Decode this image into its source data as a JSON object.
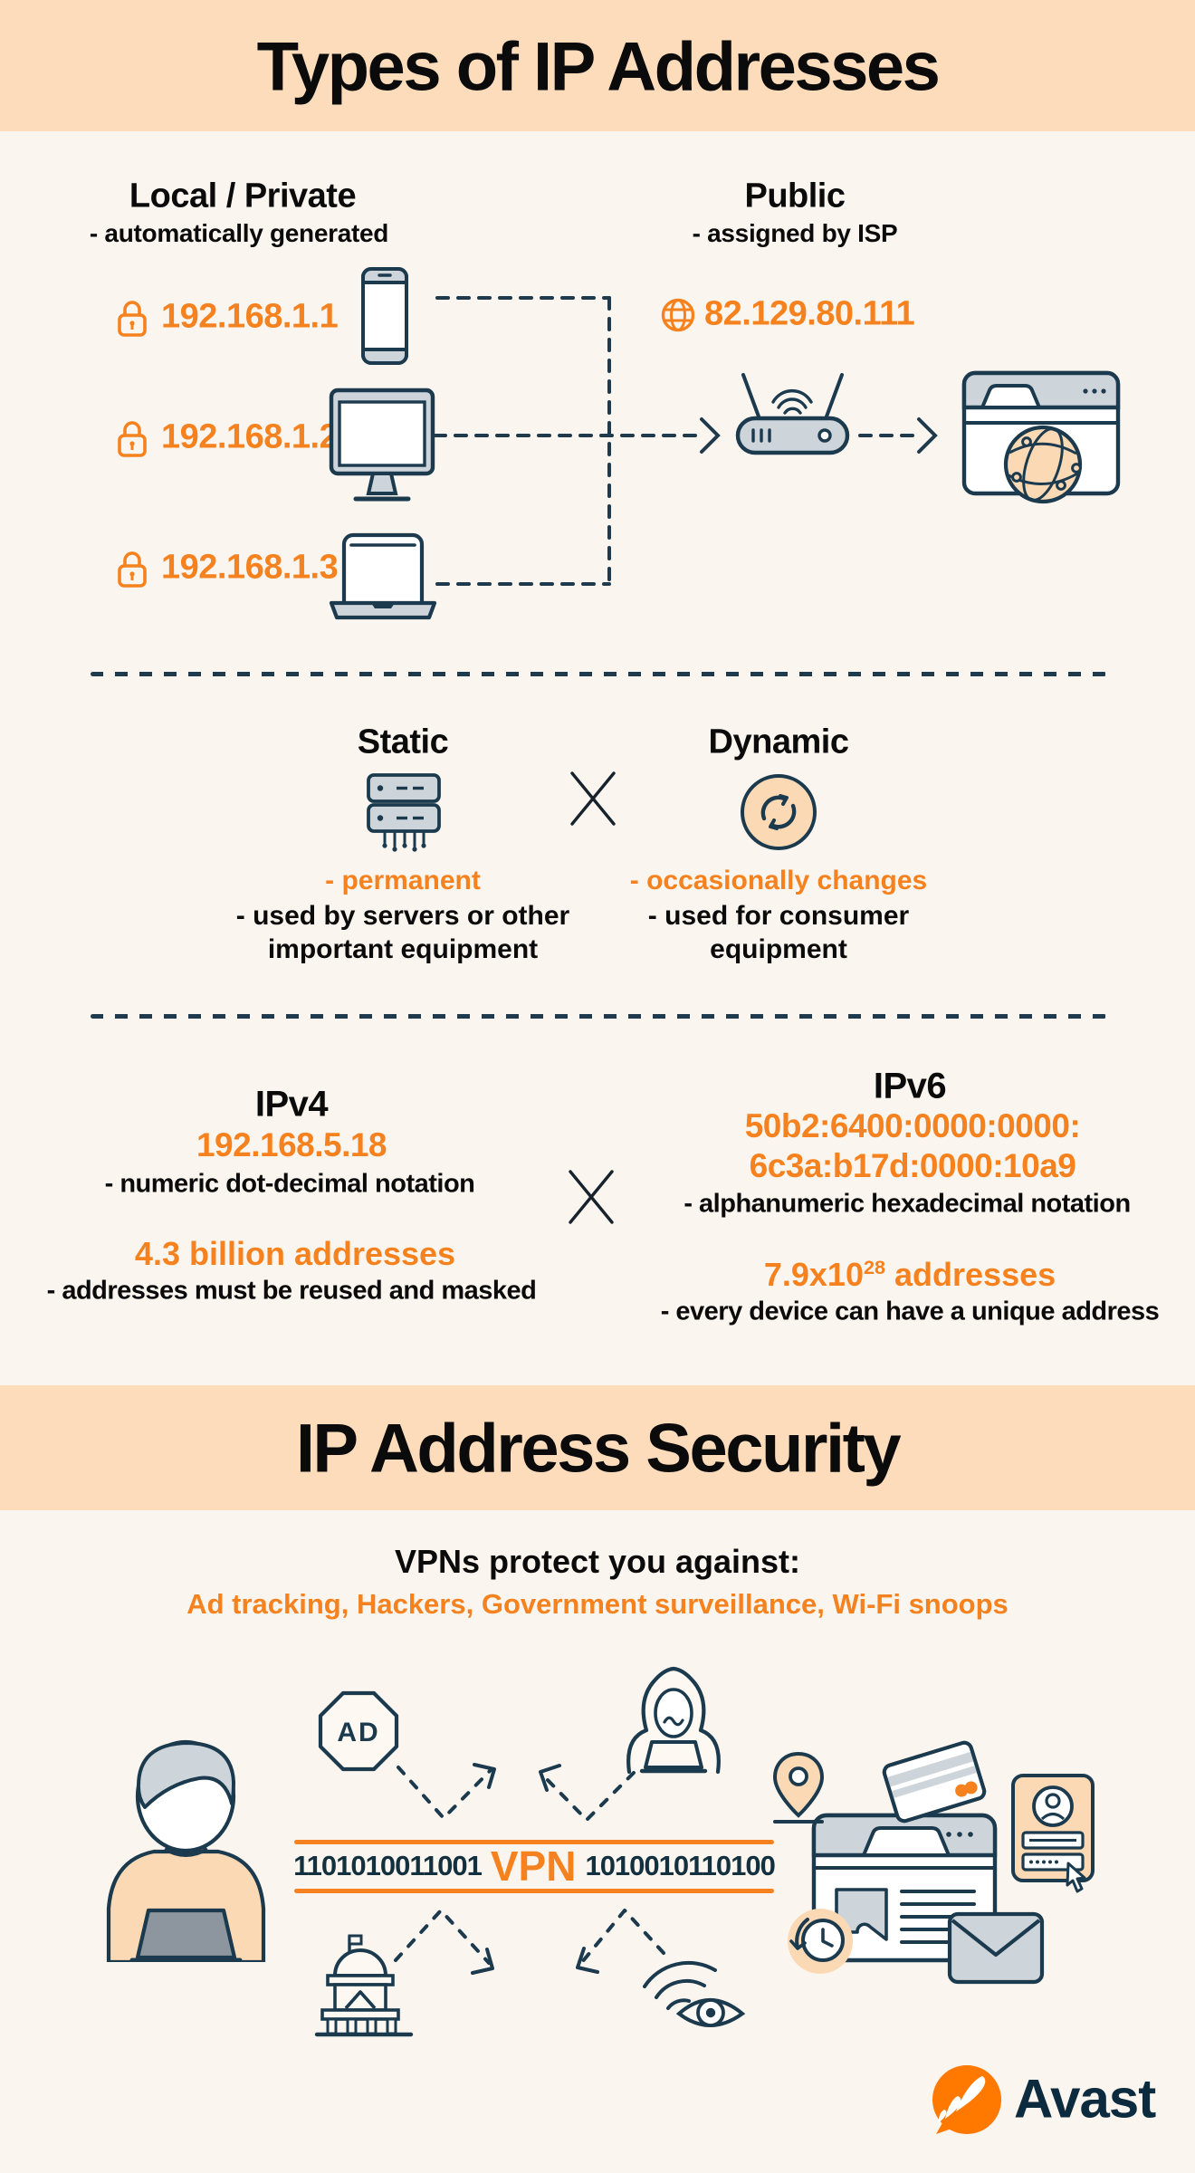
{
  "colors": {
    "accent_orange": "#F5821F",
    "logo_orange": "#FF7800",
    "banner_peach": "#FCDCBB",
    "background": "#FBF5EF",
    "ink_navy": "#1C3A4E",
    "fill_gray": "#CDD4DA",
    "fill_peach": "#FBD9B5",
    "text_black": "#0B0B0B"
  },
  "header": {
    "title": "Types of IP Addresses"
  },
  "local": {
    "title": "Local / Private",
    "subtitle": "- automatically generated",
    "ips": [
      "192.168.1.1",
      "192.168.1.2",
      "192.168.1.3"
    ],
    "icons": [
      "lock-icon",
      "phone-icon",
      "monitor-icon",
      "laptop-icon"
    ]
  },
  "public": {
    "title": "Public",
    "subtitle": "- assigned by ISP",
    "ip": "82.129.80.111",
    "icons": [
      "globe-icon",
      "router-icon",
      "browser-globe-icon"
    ]
  },
  "static": {
    "title": "Static",
    "highlight": "- permanent",
    "line1": "- used by servers or other",
    "line2": "important equipment",
    "icon": "server-icon"
  },
  "dynamic": {
    "title": "Dynamic",
    "highlight": "- occasionally changes",
    "line1": "- used for consumer",
    "line2": "equipment",
    "icon": "refresh-icon"
  },
  "ipv4": {
    "title": "IPv4",
    "address": "192.168.5.18",
    "notation": "- numeric dot-decimal notation",
    "count": "4.3 billion addresses",
    "note": "- addresses must be reused and masked"
  },
  "ipv6": {
    "title": "IPv6",
    "address_line1": "50b2:6400:0000:0000:",
    "address_line2": "6c3a:b17d:0000:10a9",
    "notation": "- alphanumeric hexadecimal notation",
    "count_base": "7.9x10",
    "count_exp": "28",
    "count_suffix": " addresses",
    "note": "- every device can have a unique address"
  },
  "security": {
    "title": "IP Address Security",
    "vpn_heading": "VPNs protect you against:",
    "threats": "Ad tracking, Hackers, Government surveillance, Wi-Fi snoops"
  },
  "vpn_tunnel": {
    "binary_left": "1101010011001",
    "label": "VPN",
    "binary_right": "1010010110100"
  },
  "ad_sign": {
    "label": "AD"
  },
  "footer": {
    "brand": "Avast"
  }
}
